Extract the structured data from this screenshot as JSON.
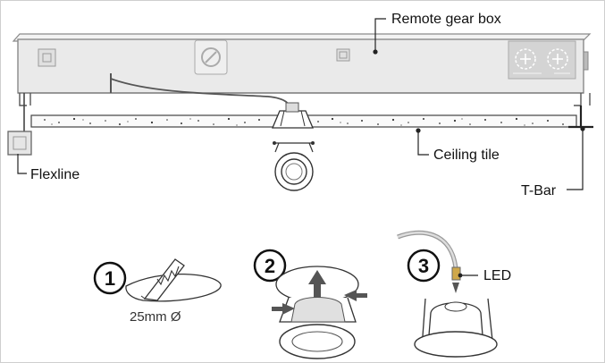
{
  "labels": {
    "remote_gear_box": "Remote gear box",
    "flexline": "Flexline",
    "ceiling_tile": "Ceiling tile",
    "t_bar": "T-Bar",
    "led": "LED"
  },
  "steps": {
    "step1": {
      "number": "1",
      "caption": "25mm Ø"
    },
    "step2": {
      "number": "2"
    },
    "step3": {
      "number": "3"
    }
  },
  "icons": [
    "power-icon",
    "screw-slot-icon",
    "terminal-plus-icon",
    "saw-icon",
    "arrow-up-icon",
    "arrow-right-icon",
    "arrow-left-icon",
    "arrow-down-icon"
  ],
  "colors": {
    "box_fill": "#eaeaea",
    "box_stroke": "#8a8a8a",
    "line": "#333333",
    "arrow_fill": "#555555"
  }
}
